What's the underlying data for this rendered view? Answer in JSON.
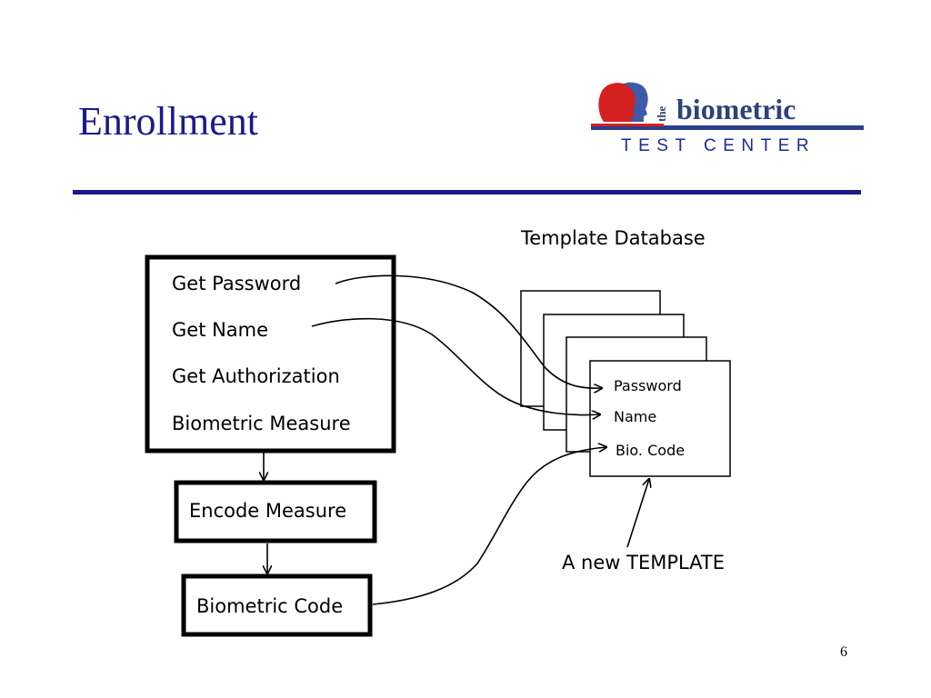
{
  "slide": {
    "title": "Enrollment",
    "page_number": "6",
    "title_color": "#1a1a8c",
    "rule_color": "#1a1a8c"
  },
  "logo": {
    "the": "the",
    "word": "biometric",
    "sub": "TEST CENTER",
    "sub_color": "#1a2a9c",
    "bar_color": "#2d3e8a",
    "accent_color": "#d42020",
    "icon": "two-heads-icon"
  },
  "diagram": {
    "steps_box": {
      "items": [
        "Get Password",
        "Get Name",
        "Get Authorization",
        "Biometric Measure"
      ]
    },
    "encode_box": "Encode Measure",
    "code_box": "Biometric Code",
    "database_label": "Template Database",
    "template_fields": [
      "Password",
      "Name",
      "Bio. Code"
    ],
    "new_template_label": "A new TEMPLATE"
  }
}
